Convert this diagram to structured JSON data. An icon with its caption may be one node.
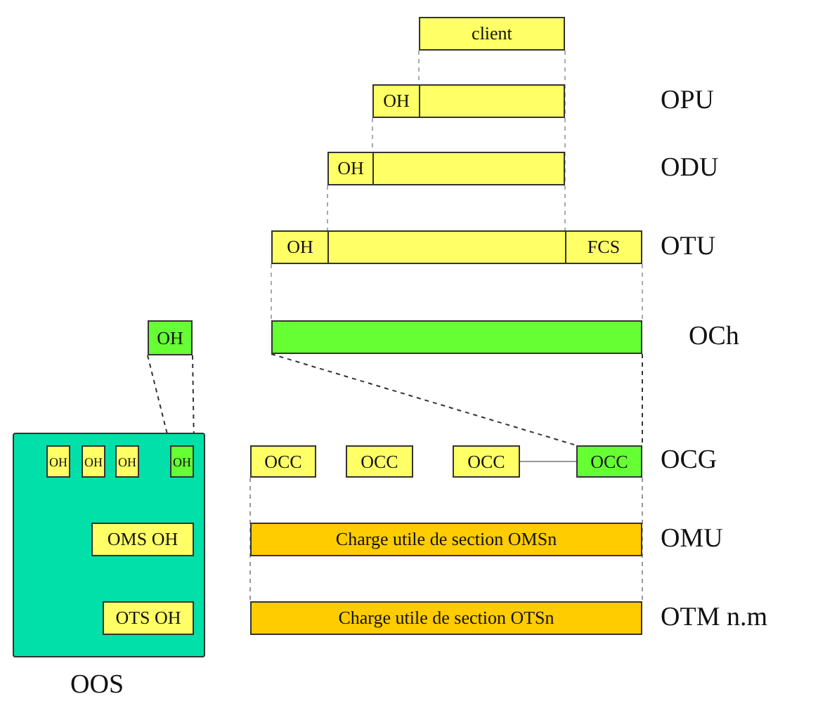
{
  "diagram": {
    "nodes": [
      {
        "text": [
          "client"
        ]
      },
      {
        "text": [],
        "shape": "bar",
        "beside": [
          "OPU"
        ]
      },
      {
        "text": [
          "OH"
        ],
        "in": 1
      },
      {
        "text": [],
        "shape": "bar",
        "beside": [
          "ODU"
        ]
      },
      {
        "text": [
          "OH"
        ],
        "in": 3
      },
      {
        "text": [],
        "shape": "bar",
        "beside": [
          "OTU"
        ]
      },
      {
        "text": [
          "OH"
        ],
        "in": 5
      },
      {
        "text": [
          "FCS"
        ],
        "in": 5
      },
      {
        "text": [
          "OH"
        ]
      },
      {
        "text": [],
        "shape": "bar",
        "beside": [
          "OCh"
        ]
      },
      {
        "text": [],
        "shape": "box",
        "beside": [
          "OOS"
        ]
      },
      {
        "text": [
          "OH"
        ],
        "in": 10
      },
      {
        "text": [
          "OH"
        ],
        "in": 10
      },
      {
        "text": [
          "OH"
        ],
        "in": 10
      },
      {
        "text": [
          "OH"
        ],
        "in": 10
      },
      {
        "text": [
          "OMS OH"
        ],
        "in": 10
      },
      {
        "text": [
          "OTS OH"
        ],
        "in": 10
      },
      {
        "text": [
          "OCC"
        ]
      },
      {
        "text": [
          "OCC"
        ]
      },
      {
        "text": [
          "OCC"
        ]
      },
      {
        "text": [
          "OCC"
        ]
      },
      {
        "text": [
          "Charge utile de section OMSn"
        ],
        "beside": [
          "OMU"
        ]
      },
      {
        "text": [
          "Charge utile de section OTSn"
        ],
        "beside": [
          "OTM n.m"
        ]
      }
    ],
    "edges": [
      {
        "from": 8,
        "to": 14,
        "arrow": "none",
        "style": "dashed",
        "color": "#333333"
      },
      {
        "from": 9,
        "to": 20,
        "arrow": "none",
        "style": "dashed",
        "color": "#333333"
      },
      {
        "from": 19,
        "to": 20,
        "arrow": "none",
        "color": "#999999"
      },
      {
        "from": 0,
        "to": 2,
        "arrow": "none",
        "style": "dashed",
        "color": "#aaaaaa"
      },
      {
        "from": 0,
        "to": 7,
        "arrow": "none",
        "style": "dashed",
        "color": "#aaaaaa"
      },
      {
        "from": 2,
        "to": 4,
        "arrow": "none",
        "style": "dashed",
        "color": "#aaaaaa"
      },
      {
        "from": 4,
        "to": 6,
        "arrow": "none",
        "style": "dashed",
        "color": "#aaaaaa"
      },
      {
        "from": 6,
        "to": 9,
        "arrow": "none",
        "style": "dashed",
        "color": "#aaaaaa"
      },
      {
        "from": 7,
        "to": 9,
        "arrow": "none",
        "style": "dashed",
        "color": "#aaaaaa"
      },
      {
        "from": 17,
        "to": 22,
        "arrow": "none",
        "style": "dashed",
        "color": "#999999"
      },
      {
        "from": 20,
        "to": 22,
        "arrow": "none",
        "style": "dashed",
        "color": "#999999"
      }
    ],
    "labels": [
      "OCG"
    ]
  }
}
